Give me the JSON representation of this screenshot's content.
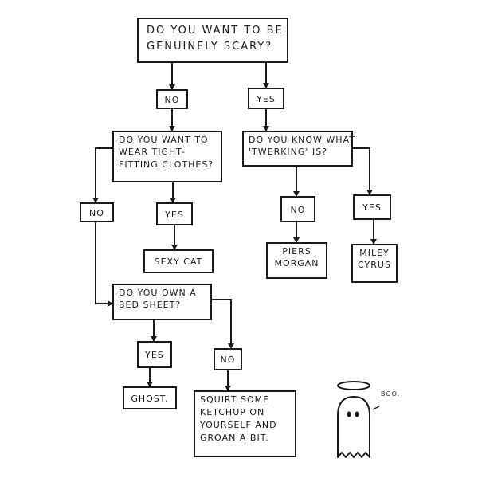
{
  "q1": {
    "line1": "DO YOU WANT TO BE",
    "line2": "GENUINELY SCARY?"
  },
  "q1_no": "NO",
  "q1_yes": "YES",
  "q2": {
    "line1": "DO YOU WANT TO",
    "line2": "WEAR TIGHT-",
    "line3": "FITTING CLOTHES?"
  },
  "q3": {
    "line1": "DO YOU KNOW WHAT",
    "line2": "'TWERKING' IS?"
  },
  "q2_no": "NO",
  "q2_yes": "YES",
  "q3_no": "NO",
  "q3_yes": "YES",
  "sexy_cat": "SEXY CAT",
  "piers_morgan": {
    "line1": "PIERS",
    "line2": "MORGAN"
  },
  "miley_cyrus": {
    "line1": "MILEY",
    "line2": "CYRUS"
  },
  "q4": {
    "line1": "DO YOU OWN A",
    "line2": "BED SHEET?"
  },
  "q4_yes": "YES",
  "q4_no": "NO",
  "ghost_result": "GHOST.",
  "ketchup": {
    "line1": "SQUIRT SOME",
    "line2": "KETCHUP ON",
    "line3": "YOURSELF AND",
    "line4": "GROAN A BIT."
  },
  "ghost_caption": "BOO."
}
